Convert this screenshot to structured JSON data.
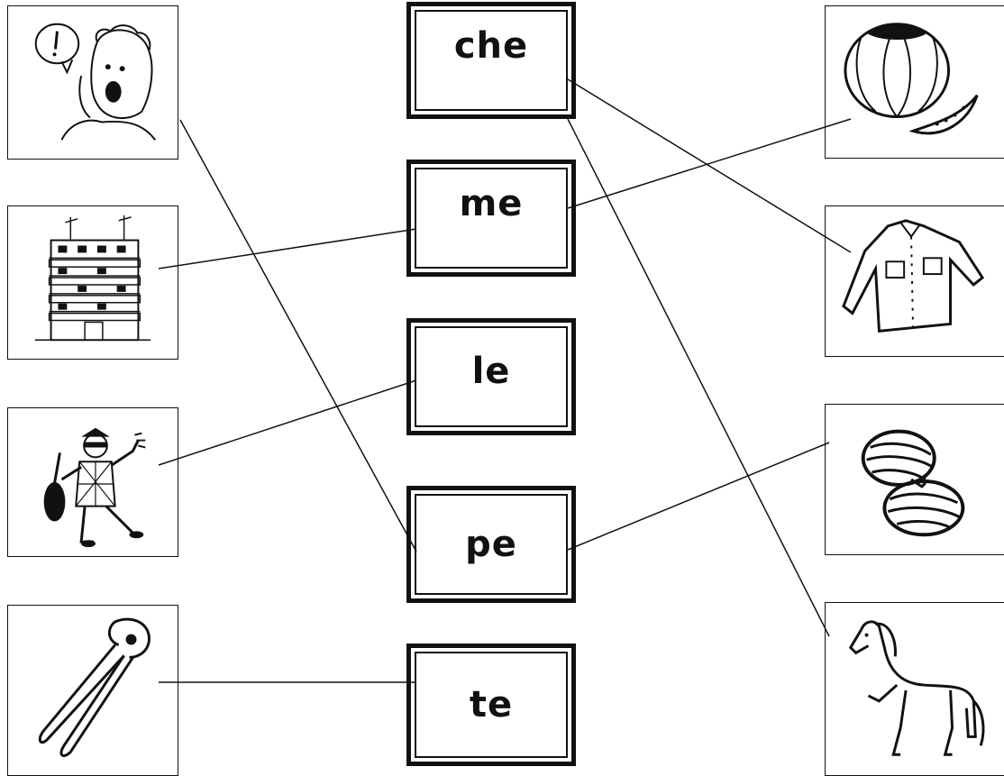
{
  "worksheet": {
    "syllables": [
      {
        "label": "che"
      },
      {
        "label": "me"
      },
      {
        "label": "le"
      },
      {
        "label": "pe"
      },
      {
        "label": "te"
      }
    ],
    "left_pictures": [
      {
        "icon": "shouting-woman-icon"
      },
      {
        "icon": "apartment-building-icon"
      },
      {
        "icon": "harlequin-icon"
      },
      {
        "icon": "pincers-icon"
      }
    ],
    "right_pictures": [
      {
        "icon": "melon-icon"
      },
      {
        "icon": "shirt-icon"
      },
      {
        "icon": "yarn-balls-icon"
      },
      {
        "icon": "horse-icon"
      }
    ],
    "ink_color": "#111111"
  }
}
